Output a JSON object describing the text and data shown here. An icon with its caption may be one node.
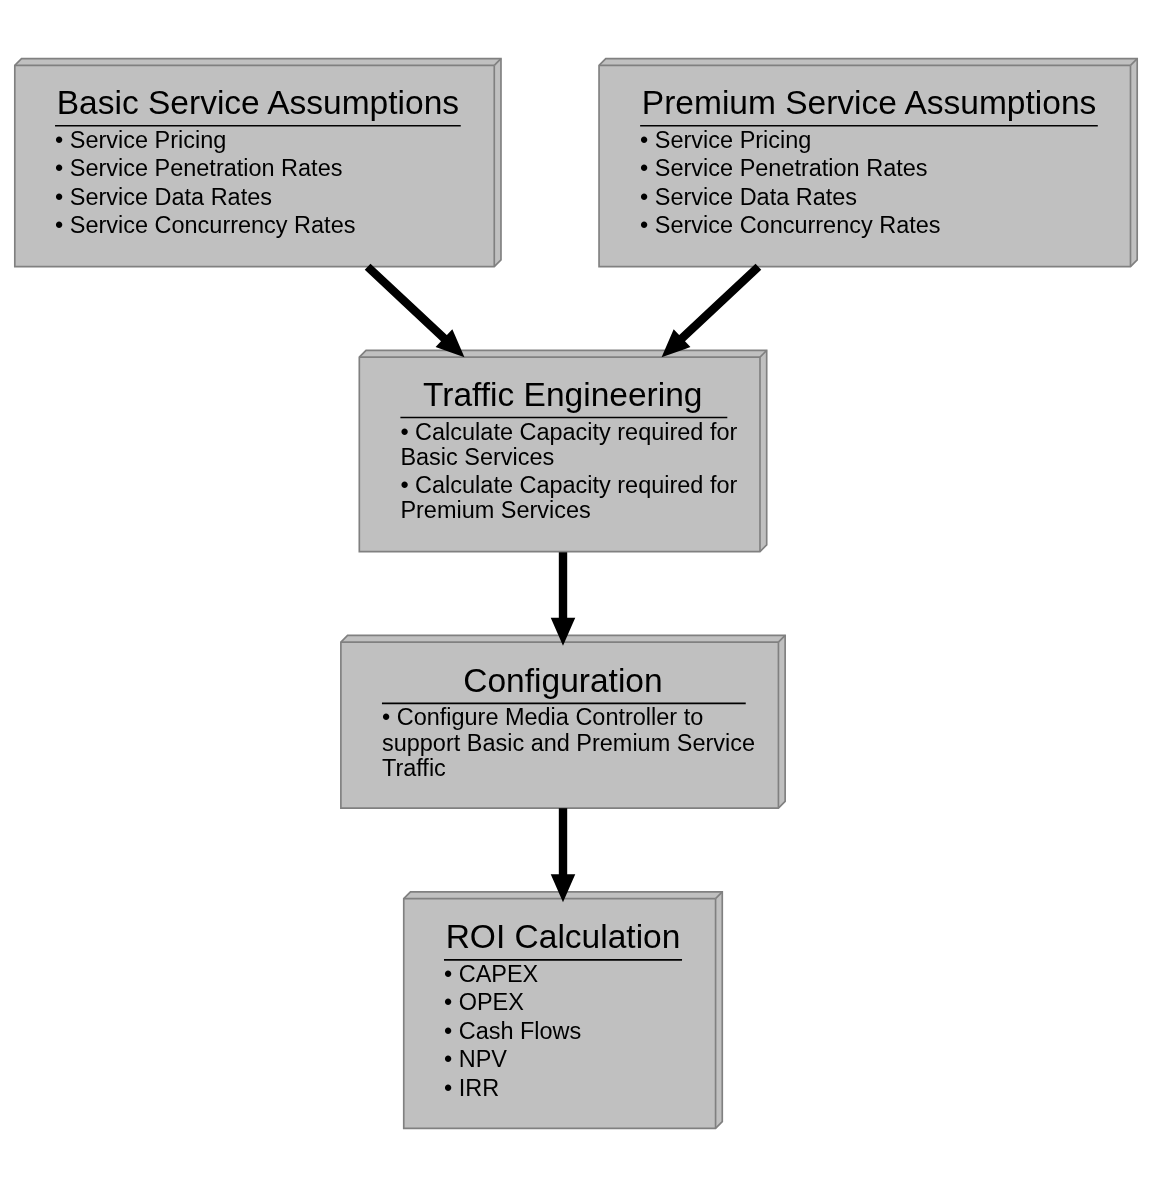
{
  "diagram": {
    "nodes": [
      {
        "text": [
          "Basic Service Assumptions",
          "• Service Pricing",
          "• Service Penetration Rates",
          "• Service Data Rates",
          "• Service Concurrency Rates"
        ]
      },
      {
        "text": [
          "Premium Service Assumptions",
          "• Service Pricing",
          "• Service Penetration Rates",
          "• Service Data Rates",
          "• Service Concurrency Rates"
        ]
      },
      {
        "text": [
          "Traffic Engineering",
          "• Calculate Capacity required for Basic Services",
          "• Calculate Capacity required for Premium Services"
        ]
      },
      {
        "text": [
          "Configuration",
          "• Configure Media Controller to support Basic and Premium Service Traffic"
        ]
      },
      {
        "text": [
          "ROI Calculation",
          "• CAPEX",
          "• OPEX",
          "• Cash Flows",
          "• NPV",
          "• IRR"
        ]
      }
    ],
    "edges": [
      {
        "from": 0,
        "to": 2,
        "arrow": "to"
      },
      {
        "from": 1,
        "to": 2,
        "arrow": "to"
      },
      {
        "from": 2,
        "to": 3,
        "arrow": "to"
      },
      {
        "from": 3,
        "to": 4,
        "arrow": "to"
      }
    ]
  }
}
